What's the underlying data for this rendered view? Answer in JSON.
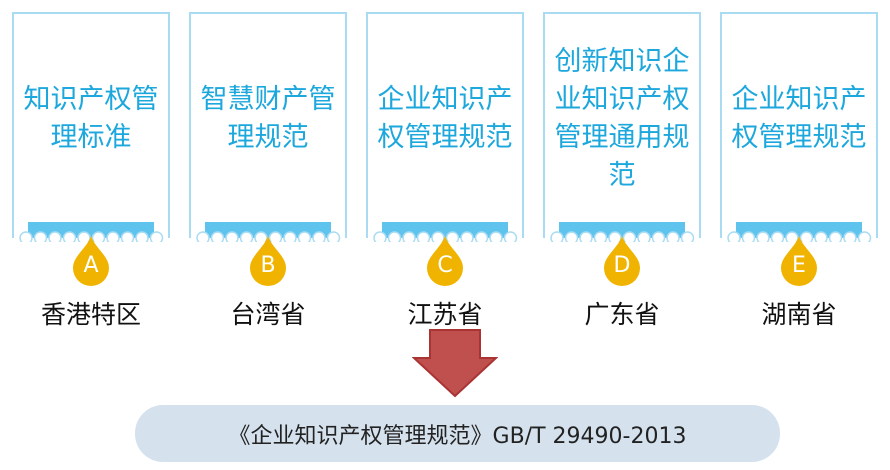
{
  "items": [
    {
      "title": "知识产权管理标准",
      "letter": "A",
      "region": "香港特区"
    },
    {
      "title": "智慧财产管理规范",
      "letter": "B",
      "region": "台湾省"
    },
    {
      "title": "企业知识产权管理规范",
      "letter": "C",
      "region": "江苏省"
    },
    {
      "title": "创新知识企业知识产权管理通用规范",
      "letter": "D",
      "region": "广东省"
    },
    {
      "title": "企业知识产权管理规范",
      "letter": "E",
      "region": "湖南省"
    }
  ],
  "result": "《企业知识产权管理规范》GB/T 29490-2013",
  "colors": {
    "card_border": "#a9dcf3",
    "text": "#1ca7dd",
    "drop": "#f0b400",
    "arrow": "#c0504d",
    "pill": "#d5e2ee"
  }
}
